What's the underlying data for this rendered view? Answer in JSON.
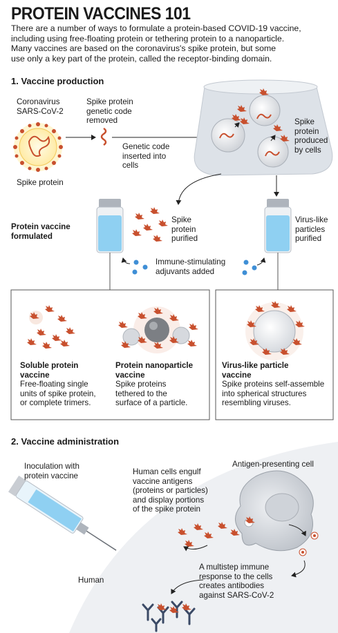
{
  "header": {
    "title": "PROTEIN VACCINES 101",
    "intro_lines": [
      "There are a number of ways to formulate a protein-based COVID-19 vaccine,",
      "including using free-floating protein or tethering protein to a nanoparticle.",
      "Many vaccines are based on the coronavirus's spike protein, but some",
      "use only a key part of the protein, called the receptor-binding domain."
    ]
  },
  "section1": {
    "heading": "1.  Vaccine production",
    "virus_label": [
      "Coronavirus",
      "SARS-CoV-2"
    ],
    "spike_label": "Spike protein",
    "code_removed": [
      "Spike protein",
      "genetic code",
      "removed"
    ],
    "inserted": [
      "Genetic code",
      "inserted into",
      "cells"
    ],
    "produced": [
      "Spike",
      "protein",
      "produced",
      "by cells"
    ],
    "purified": [
      "Spike",
      "protein",
      "purified"
    ],
    "vlp_purified": [
      "Virus-like",
      "particles",
      "purified"
    ],
    "formulated": [
      "Protein vaccine",
      "formulated"
    ],
    "adjuvants": [
      "Immune-stimulating",
      "adjuvants added"
    ]
  },
  "cards": [
    {
      "title": [
        "Soluble protein",
        "vaccine"
      ],
      "desc": [
        "Free-floating single",
        "units of spike protein,",
        "or complete trimers."
      ]
    },
    {
      "title": [
        "Protein nanoparticle",
        "vaccine"
      ],
      "desc": [
        "Spike proteins",
        "tethered to the",
        "surface of a particle."
      ]
    },
    {
      "title": [
        "Virus-like particle",
        "vaccine"
      ],
      "desc": [
        "Spike proteins self-assemble",
        "into spherical structures",
        "resembling viruses."
      ]
    }
  ],
  "section2": {
    "heading": "2.  Vaccine administration",
    "inoculation": [
      "Inoculation with",
      "protein vaccine"
    ],
    "engulf": [
      "Human cells engulf",
      "vaccine antigens",
      "(proteins or particles)",
      "and display portions",
      "of the spike protein"
    ],
    "apc": "Antigen-presenting cell",
    "human": "Human",
    "response": [
      "A multistep immune",
      "response to the cells",
      "creates antibodies",
      "against SARS-CoV-2"
    ]
  },
  "colors": {
    "spike": "#c8502e",
    "adjuvant": "#3f8fd6",
    "liquid": "#8fd0f2",
    "flask": "#dde2e8"
  }
}
